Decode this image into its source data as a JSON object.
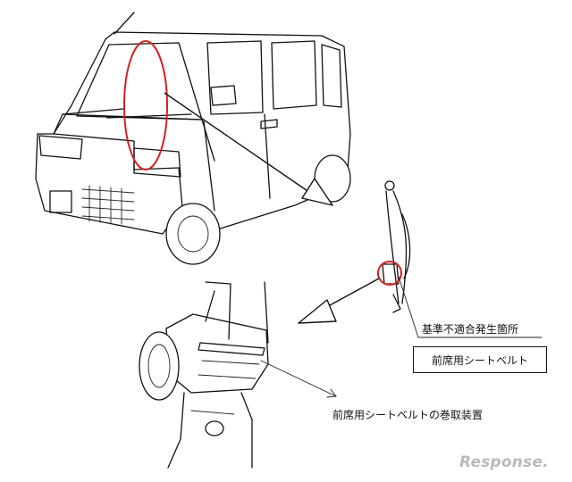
{
  "labels": {
    "nonconformity_location": "基準不適合発生箇所",
    "part_name": "前席用シートベルト",
    "retractor": "前席用シートベルトの巻取装置"
  },
  "watermark": {
    "text": "Response."
  },
  "colors": {
    "highlight_circle": "#d42020",
    "line": "#111111",
    "watermark": "#b9b9b9"
  }
}
